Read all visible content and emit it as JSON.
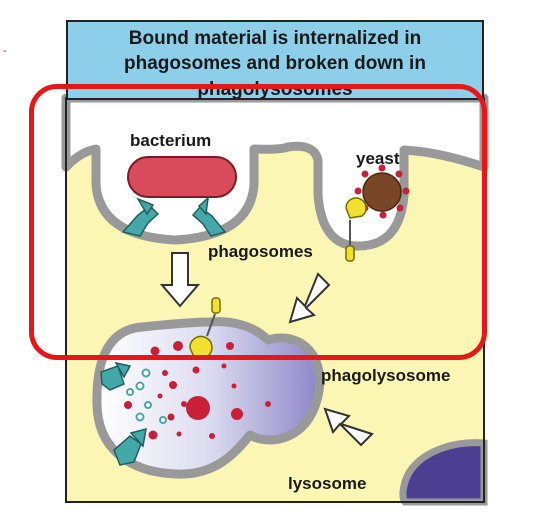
{
  "title": {
    "line1": "Bound material is internalized in",
    "line2": "phagosomes and broken down in",
    "line3": "phagolysosomes"
  },
  "labels": {
    "bacterium": "bacterium",
    "yeast": "yeast",
    "phagosomes": "phagosomes",
    "phagolysosome": "phagolysosome",
    "lysosome": "lysosome"
  },
  "side_mark": "-",
  "colors": {
    "header": "#8dcfe8",
    "cytoplasm": "#fcf6b4",
    "membrane": "#a0a0a0",
    "bacterium": "#d94a5a",
    "receptor": "#45a8a8",
    "yeast": "#7a4628",
    "lysosome": "#4c3f92",
    "highlight": "#e41818"
  }
}
